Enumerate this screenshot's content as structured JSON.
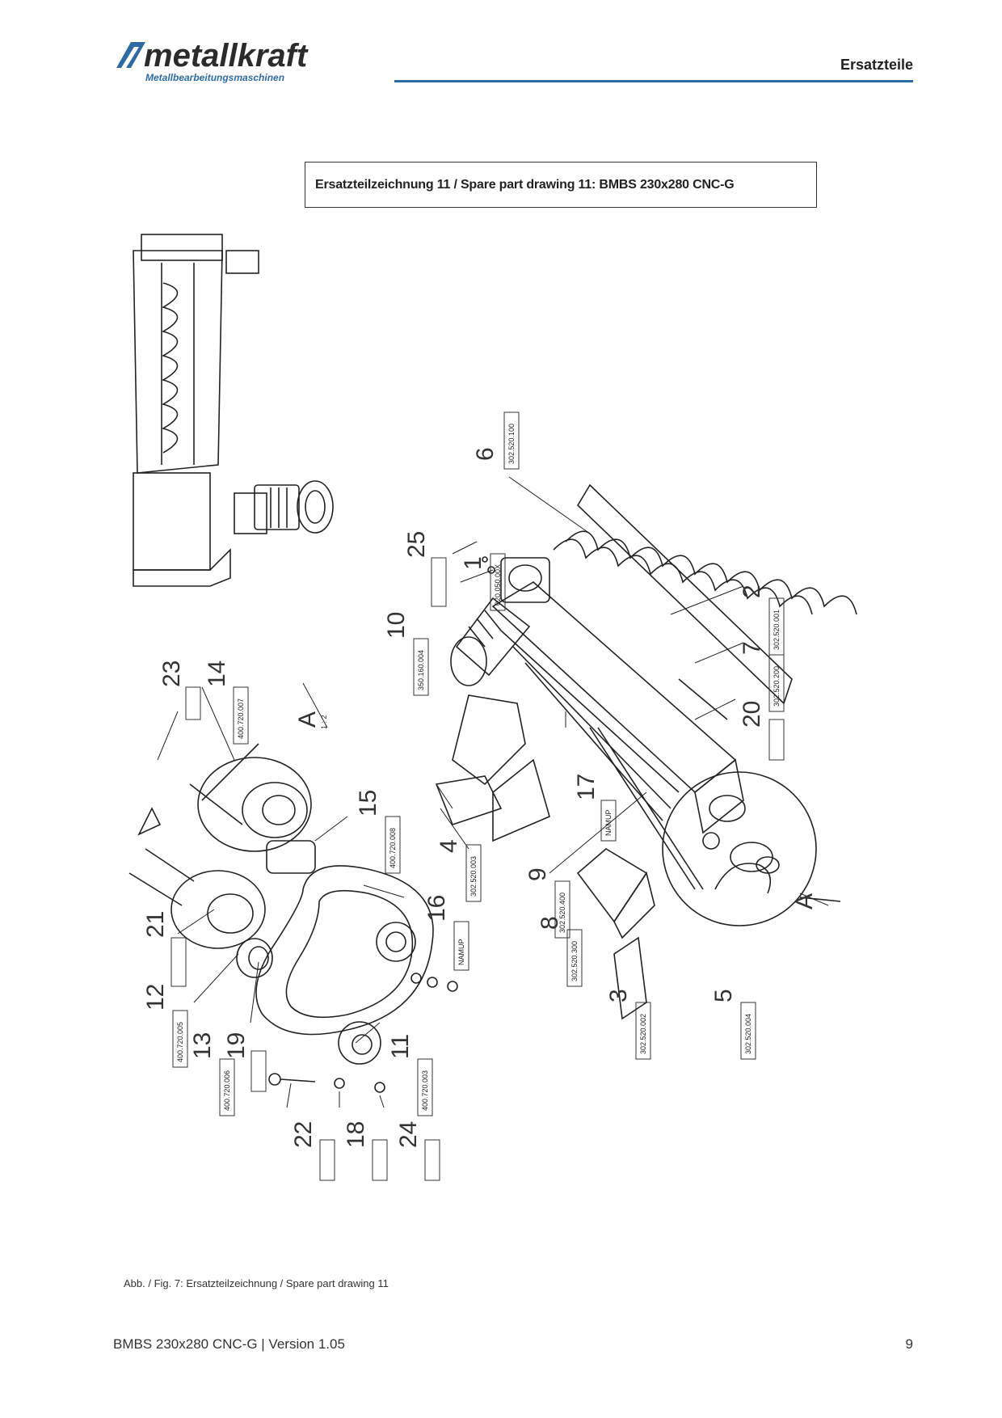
{
  "header": {
    "brand": "metallkraft",
    "brand_tagline": "Metallbearbeitungsmaschinen",
    "section": "Ersatzteile",
    "accent_color": "#2f6aa3"
  },
  "drawing_title": "Ersatzteilzeichnung 11 / Spare part drawing 11: BMBS 230x280 CNC-G",
  "detail_label": "A",
  "detail_scale": "1 : 2",
  "callouts": [
    {
      "num": "1",
      "code": "020.050.00X"
    },
    {
      "num": "2",
      "code": "302.520.001"
    },
    {
      "num": "3",
      "code": "302.520.002"
    },
    {
      "num": "4",
      "code": "302.520.003"
    },
    {
      "num": "5",
      "code": "302.520.004"
    },
    {
      "num": "6",
      "code": "302.520.100"
    },
    {
      "num": "7",
      "code": "302.520.200"
    },
    {
      "num": "8",
      "code": "302.520.300"
    },
    {
      "num": "9",
      "code": "302.520.400"
    },
    {
      "num": "10",
      "code": "350.160.004"
    },
    {
      "num": "11",
      "code": "400.720.003"
    },
    {
      "num": "12",
      "code": "400.720.005"
    },
    {
      "num": "13",
      "code": "400.720.006"
    },
    {
      "num": "14",
      "code": "400.720.007"
    },
    {
      "num": "15",
      "code": "400.720.008"
    },
    {
      "num": "16",
      "code": "NAMUP"
    },
    {
      "num": "17",
      "code": "NAMUP"
    },
    {
      "num": "18",
      "code": ""
    },
    {
      "num": "19",
      "code": ""
    },
    {
      "num": "20",
      "code": ""
    },
    {
      "num": "21",
      "code": ""
    },
    {
      "num": "22",
      "code": ""
    },
    {
      "num": "23",
      "code": ""
    },
    {
      "num": "24",
      "code": ""
    },
    {
      "num": "25",
      "code": ""
    }
  ],
  "caption": "Abb. / Fig. 7: Ersatzteilzeichnung / Spare part drawing 11",
  "footer": {
    "doc_version": "BMBS 230x280 CNC-G | Version 1.05",
    "page_number": "9"
  }
}
